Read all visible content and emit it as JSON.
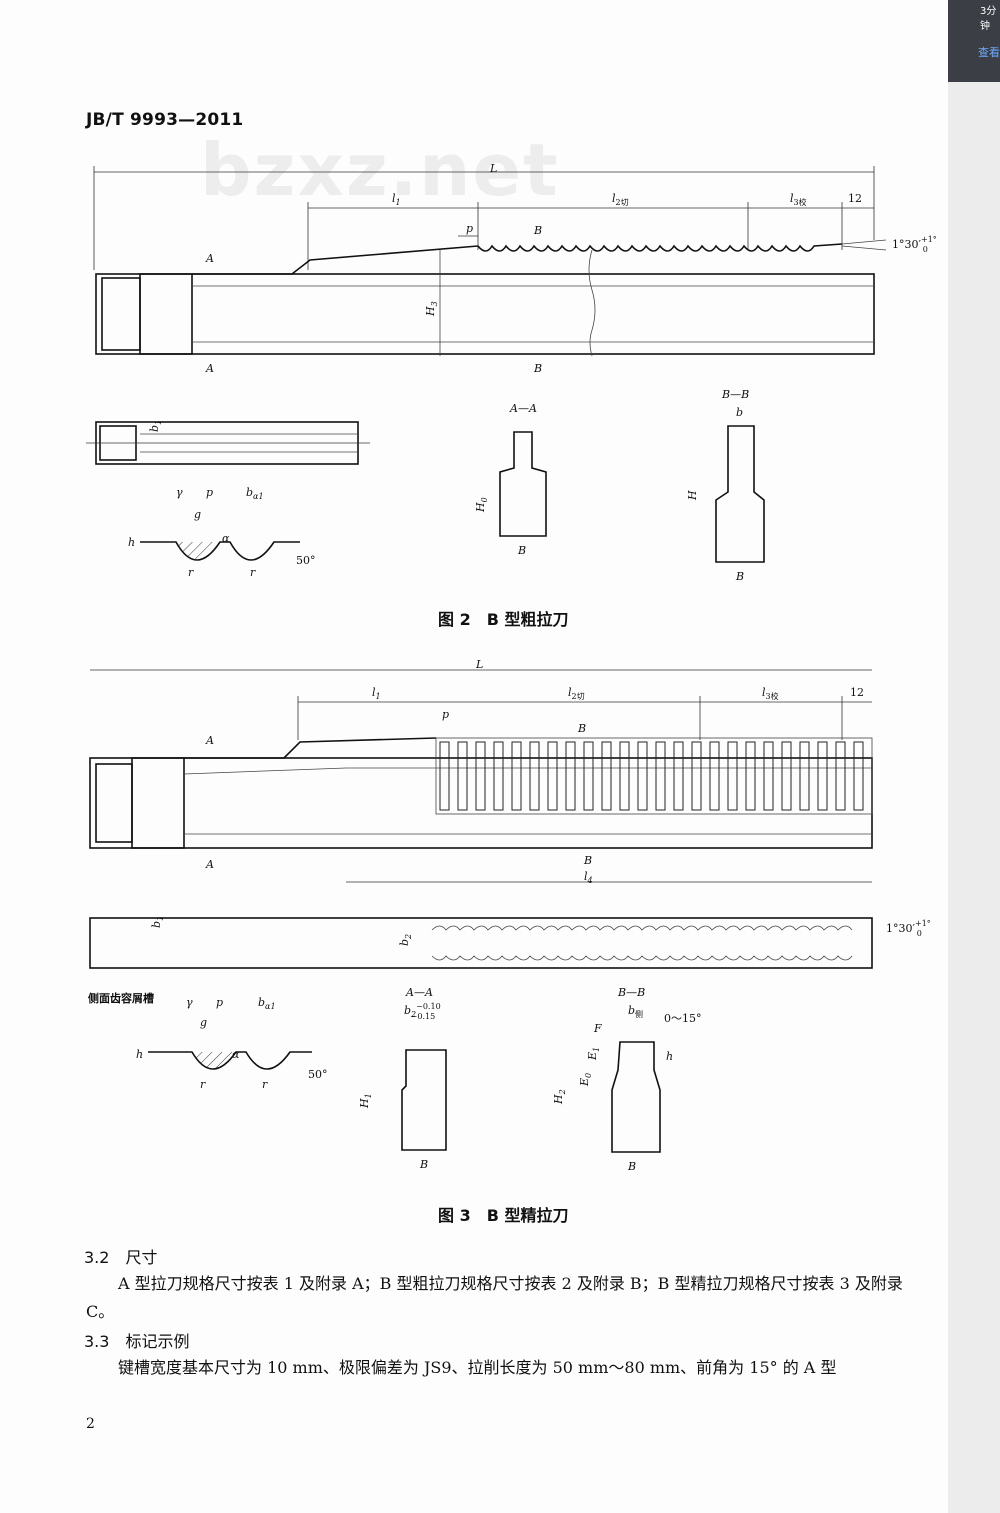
{
  "header": {
    "standard_no": "JB/T 9993—2011",
    "watermark": "bzxz.net"
  },
  "widget": {
    "line1": "3分钟",
    "line2": "查看"
  },
  "figure2": {
    "caption": "图 2　B 型粗拉刀",
    "labels": {
      "L": "L",
      "l1": "l",
      "l1_sub": "1",
      "l2": "l",
      "l2_sub": "2切",
      "l3": "l",
      "l3_sub": "3校",
      "twelve": "12",
      "p": "p",
      "angle": "1°30′",
      "angle_tol_up": "+1°",
      "angle_tol_dn": "0",
      "A_top": "A",
      "A_bot": "A",
      "B_top": "B",
      "B_bot": "B",
      "H3": "H",
      "H3_sub": "3",
      "b1": "b",
      "b1_sub": "1",
      "gamma": "γ",
      "g": "g",
      "p2": "p",
      "ba1": "b",
      "ba1_sub": "α1",
      "alpha": "α",
      "h": "h",
      "r1": "r",
      "r2": "r",
      "deg50": "50°",
      "AA": "A—A",
      "H0": "H",
      "H0_sub": "0",
      "B_AA": "B",
      "BB": "B—B",
      "b_BB": "b",
      "H_BB": "H",
      "B_BB": "B"
    }
  },
  "figure3": {
    "caption": "图 3　B 型精拉刀",
    "labels": {
      "L": "L",
      "l1": "l",
      "l1_sub": "1",
      "l2": "l",
      "l2_sub": "2切",
      "l3": "l",
      "l3_sub": "3校",
      "twelve": "12",
      "p": "p",
      "A_top": "A",
      "A_bot": "A",
      "B_top": "B",
      "B_bot": "B",
      "l4": "l",
      "l4_sub": "4",
      "b1": "b",
      "b1_sub": "1",
      "b2": "b",
      "b2_sub": "2",
      "angle": "1°30′",
      "angle_tol_up": "+1°",
      "angle_tol_dn": "0",
      "side_groove": "侧面齿容屑槽",
      "gamma": "γ",
      "g": "g",
      "p2": "p",
      "ba1": "b",
      "ba1_sub": "α1",
      "alpha": "α",
      "h": "h",
      "r1": "r",
      "r2": "r",
      "deg50": "50°",
      "AA": "A—A",
      "b2_AA": "b",
      "b2_AA_sub": "2",
      "tol_up": "−0.10",
      "tol_dn": "−0.15",
      "H1": "H",
      "H1_sub": "1",
      "B_AA": "B",
      "BB": "B—B",
      "F": "F",
      "b_side": "b",
      "b_side_sub": "侧",
      "range": "0～15°",
      "E1": "E",
      "E1_sub": "1",
      "E0": "E",
      "E0_sub": "0",
      "h_BB": "h",
      "H2": "H",
      "H2_sub": "2",
      "B_BB": "B"
    }
  },
  "section_3_2": {
    "heading": "3.2　尺寸",
    "text": "　　A 型拉刀规格尺寸按表 1 及附录 A；B 型粗拉刀规格尺寸按表 2 及附录 B；B 型精拉刀规格尺寸按表 3 及附录 C。"
  },
  "section_3_3": {
    "heading": "3.3　标记示例",
    "text": "　　键槽宽度基本尺寸为 10 mm、极限偏差为 JS9、拉削长度为 50 mm～80 mm、前角为 15° 的 A 型"
  },
  "page_number": "2"
}
